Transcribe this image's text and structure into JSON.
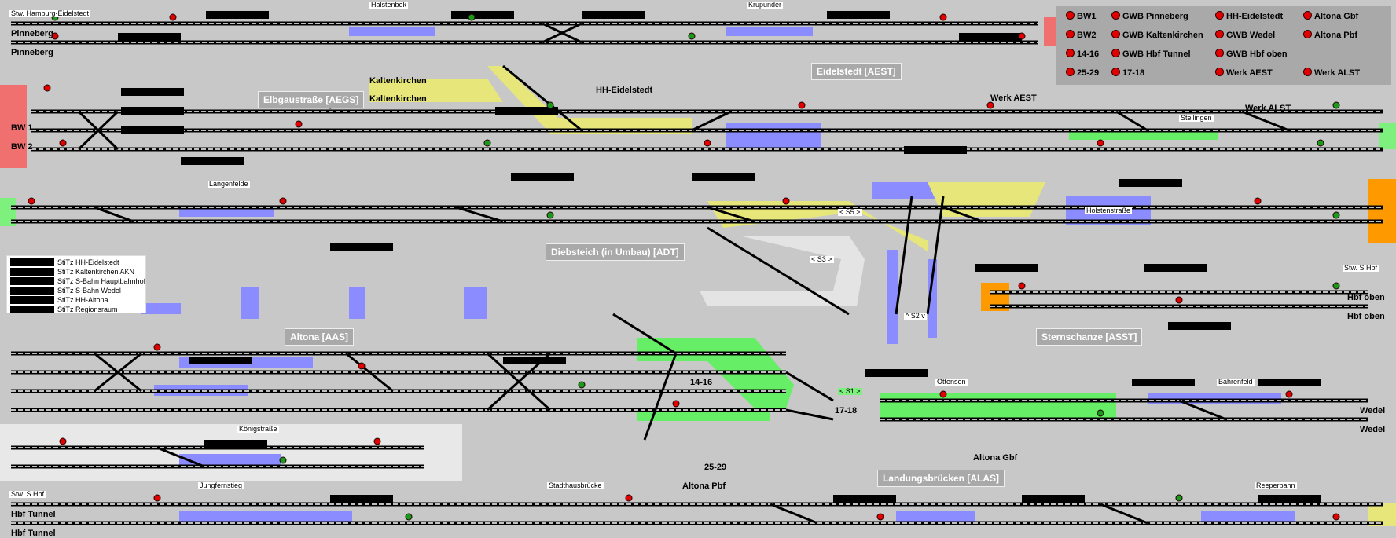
{
  "signal_box_legend": [
    {
      "label": "BW1"
    },
    {
      "label": "GWB Pinneberg"
    },
    {
      "label": "HH-Eidelstedt"
    },
    {
      "label": "Altona Gbf"
    },
    {
      "label": "BW2"
    },
    {
      "label": "GWB Kaltenkirchen"
    },
    {
      "label": "GWB Wedel"
    },
    {
      "label": "Altona Pbf"
    },
    {
      "label": "14-16"
    },
    {
      "label": "GWB Hbf Tunnel"
    },
    {
      "label": "GWB Hbf oben"
    },
    {
      "label": ""
    },
    {
      "label": "25-29"
    },
    {
      "label": "17-18"
    },
    {
      "label": "Werk AEST"
    },
    {
      "label": "Werk ALST"
    }
  ],
  "stations": {
    "eidelstedt": "Eidelstedt [AEST]",
    "elbgaustrasse": "Elbgaustraße [AEGS]",
    "diebsteich": "Diebsteich (in Umbau) [ADT]",
    "altona": "Altona [AAS]",
    "sternschanze": "Sternschanze [ASST]",
    "landungsbruecken": "Landungsbrücken [ALAS]"
  },
  "place_labels": {
    "stw_hamburg_eidelstedt": "Stw. Hamburg-Eidelstedt",
    "halstenbek": "Halstenbek",
    "krupunder": "Krupunder",
    "langenfelde": "Langenfelde",
    "stellingen": "Stellingen",
    "holstenstrasse": "Holstenstraße",
    "stw_s_hbf_right": "Stw. S Hbf",
    "ottensen": "Ottensen",
    "bahrenfeld": "Bahrenfeld",
    "koenigstrasse": "Königstraße",
    "jungfernstieg": "Jungfernstieg",
    "stadthausbruecke": "Stadthausbrücke",
    "reeperbahn": "Reeperbahn",
    "stw_s_hbf_left": "Stw. S Hbf"
  },
  "track_names": {
    "pinneberg_1": "Pinneberg",
    "pinneberg_2": "Pinneberg",
    "kaltenkirchen_1": "Kaltenkirchen",
    "kaltenkirchen_2": "Kaltenkirchen",
    "hh_eidelstedt": "HH-Eidelstedt",
    "werk_aest": "Werk AEST",
    "werk_alst": "Werk ALST",
    "bw1": "BW 1",
    "bw2": "BW 2",
    "hbf_oben_1": "Hbf oben",
    "hbf_oben_2": "Hbf oben",
    "wedel_1": "Wedel",
    "wedel_2": "Wedel",
    "altona_gbf": "Altona Gbf",
    "altona_pbf": "Altona Pbf",
    "hbf_tunnel_1": "Hbf Tunnel",
    "hbf_tunnel_2": "Hbf Tunnel",
    "group_14_16": "14-16",
    "group_17_18": "17-18",
    "group_25_29": "25-29"
  },
  "route_labels": {
    "s5": "< S5 >",
    "s3": "< S3 >",
    "s2": "^ S2 v",
    "s1": "< S1 >"
  },
  "stitz_list": [
    "StiTz HH-Eidelstedt",
    "StiTz Kaltenkirchen AKN",
    "StiTz S-Bahn Hauptbahnhof",
    "StiTz S-Bahn Wedel",
    "StiTz HH-Altona",
    "StiTz Regionsraum"
  ],
  "colors": {
    "background": "#c8c8c8",
    "track": "#000000",
    "track_inner": "#ffffff",
    "signal_red": "#e00000",
    "signal_green": "#1a9a1a",
    "blue_block": "#8a8cff",
    "green_route": "#66ee66",
    "yellow_route": "#e6e67a",
    "exit_red": "#f07070",
    "exit_orange": "#ff9900",
    "exit_green": "#7ef07e",
    "exit_yellow": "#e6e67a"
  }
}
